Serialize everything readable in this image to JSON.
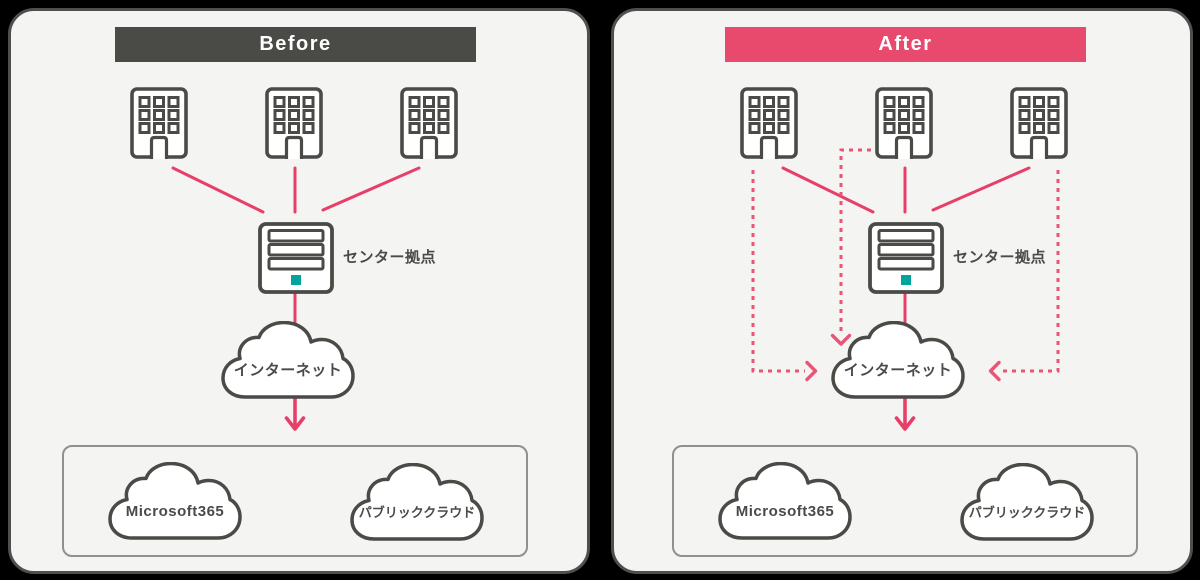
{
  "colors": {
    "page_bg": "#000000",
    "panel_bg": "#f4f4f3",
    "before_header_bg": "#4a4a47",
    "after_header_bg": "#e84a6e",
    "solid_line_pink": "#e83f68",
    "dotted_line_pink": "#ea5576",
    "icon_outline_dark": "#4a4a47",
    "server_led_teal": "#00a69b",
    "services_box_border": "#909090"
  },
  "before": {
    "title": "Before",
    "server_label": "センター拠点",
    "internet_label": "インターネット",
    "clouds": [
      "Microsoft365",
      "パブリッククラウド"
    ]
  },
  "after": {
    "title": "After",
    "server_label": "センター拠点",
    "internet_label": "インターネット",
    "clouds": [
      "Microsoft365",
      "パブリッククラウド"
    ]
  }
}
